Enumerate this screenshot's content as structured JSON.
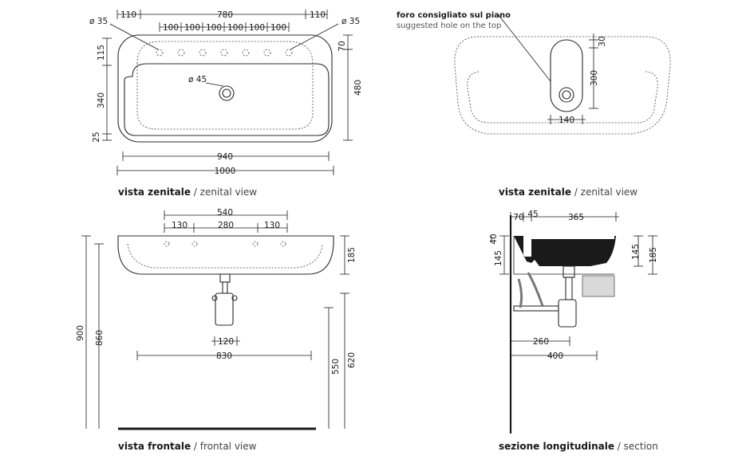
{
  "top_view": {
    "dims": {
      "w110_left": "110",
      "w780": "780",
      "w110_right": "110",
      "hole_spacing": [
        "100",
        "100",
        "100",
        "100",
        "100",
        "100"
      ],
      "d35_left": "ø 35",
      "d35_right": "ø 35",
      "d45": "ø 45",
      "h115": "115",
      "h340": "340",
      "h25": "25",
      "h70": "70",
      "h480": "480",
      "w940": "940",
      "w1000": "1000"
    },
    "caption_it": "vista zenitale",
    "caption_sep": " / ",
    "caption_en": "zenital view"
  },
  "top_view_right": {
    "note_it": "foro consigliato sul piano",
    "note_en": "suggested hole on the top",
    "dims": {
      "h30": "30",
      "h300": "300",
      "w140": "140"
    },
    "caption_it": "vista zenitale",
    "caption_sep": " / ",
    "caption_en": "zenital view"
  },
  "front_view": {
    "dims": {
      "w540": "540",
      "w130_left": "130",
      "w280": "280",
      "w130_right": "130",
      "h185": "185",
      "w120": "120",
      "w830": "830",
      "h900": "900",
      "h860": "860",
      "h550": "550",
      "h620": "620"
    },
    "caption_it": "vista frontale",
    "caption_sep": " / ",
    "caption_en": "frontal view"
  },
  "section_view": {
    "dims": {
      "w70": "70",
      "w45": "45",
      "w365": "365",
      "h40": "40",
      "h145_left": "145",
      "h145_right": "145",
      "h185": "185",
      "w260": "260",
      "w400": "400"
    },
    "caption_it": "sezione longitudinale",
    "caption_sep": " / ",
    "caption_en": "section"
  }
}
